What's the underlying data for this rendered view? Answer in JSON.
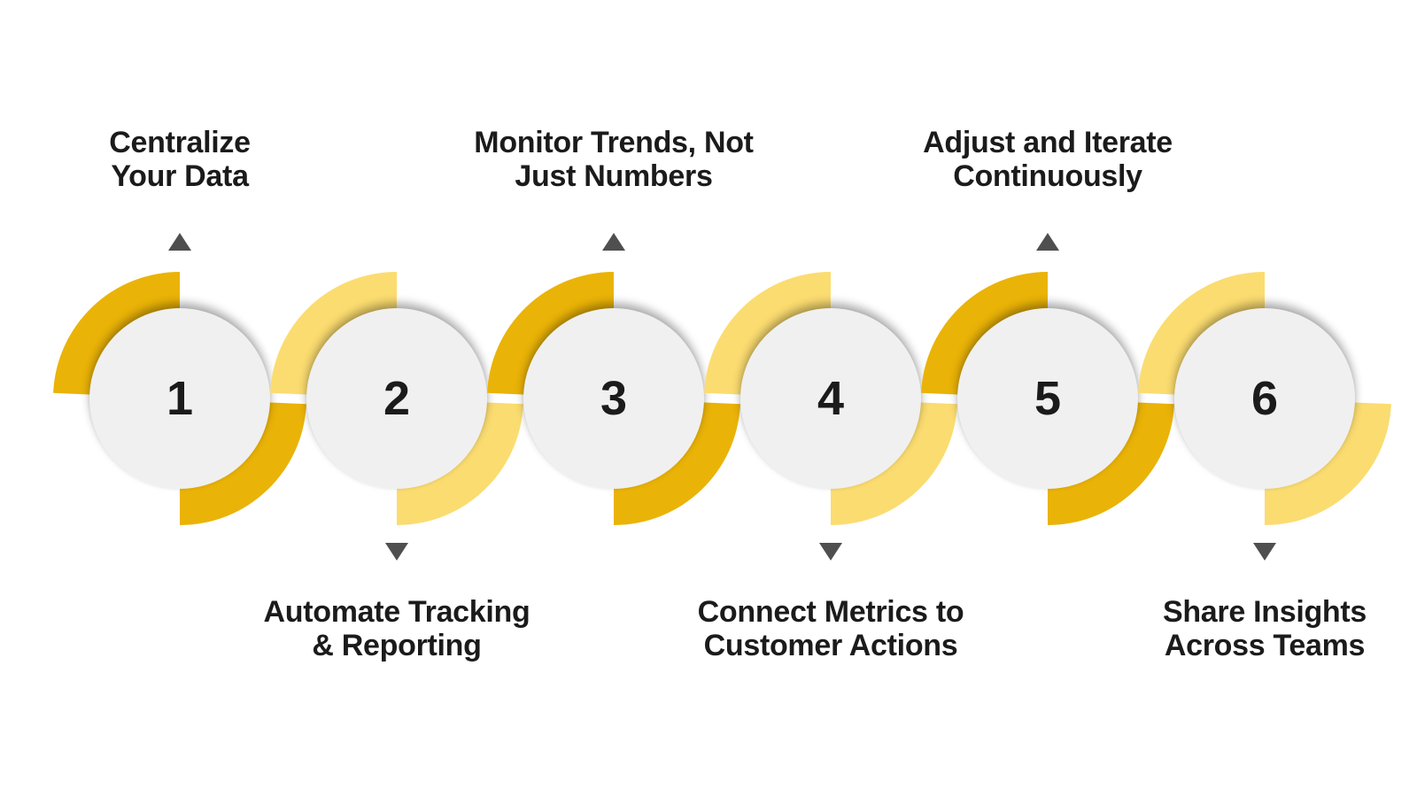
{
  "palette": {
    "gold_dark": "#EAB307",
    "gold_light": "#FBDC70",
    "arrow_gray": "#4F4F4F",
    "text_color": "#1B1B1B",
    "circle_fill": "#F0F0F0",
    "background": "#FFFFFF"
  },
  "steps": [
    {
      "number": "1",
      "label_line1": "Centralize",
      "label_line2": "Your Data",
      "label_position": "top",
      "arc_tone": "dark"
    },
    {
      "number": "2",
      "label_line1": "Automate Tracking",
      "label_line2": "& Reporting",
      "label_position": "bottom",
      "arc_tone": "light"
    },
    {
      "number": "3",
      "label_line1": "Monitor Trends, Not",
      "label_line2": "Just Numbers",
      "label_position": "top",
      "arc_tone": "dark"
    },
    {
      "number": "4",
      "label_line1": "Connect Metrics to",
      "label_line2": "Customer Actions",
      "label_position": "bottom",
      "arc_tone": "light"
    },
    {
      "number": "5",
      "label_line1": "Adjust and Iterate",
      "label_line2": "Continuously",
      "label_position": "top",
      "arc_tone": "dark"
    },
    {
      "number": "6",
      "label_line1": "Share Insights",
      "label_line2": "Across Teams",
      "label_position": "bottom",
      "arc_tone": "light"
    }
  ]
}
